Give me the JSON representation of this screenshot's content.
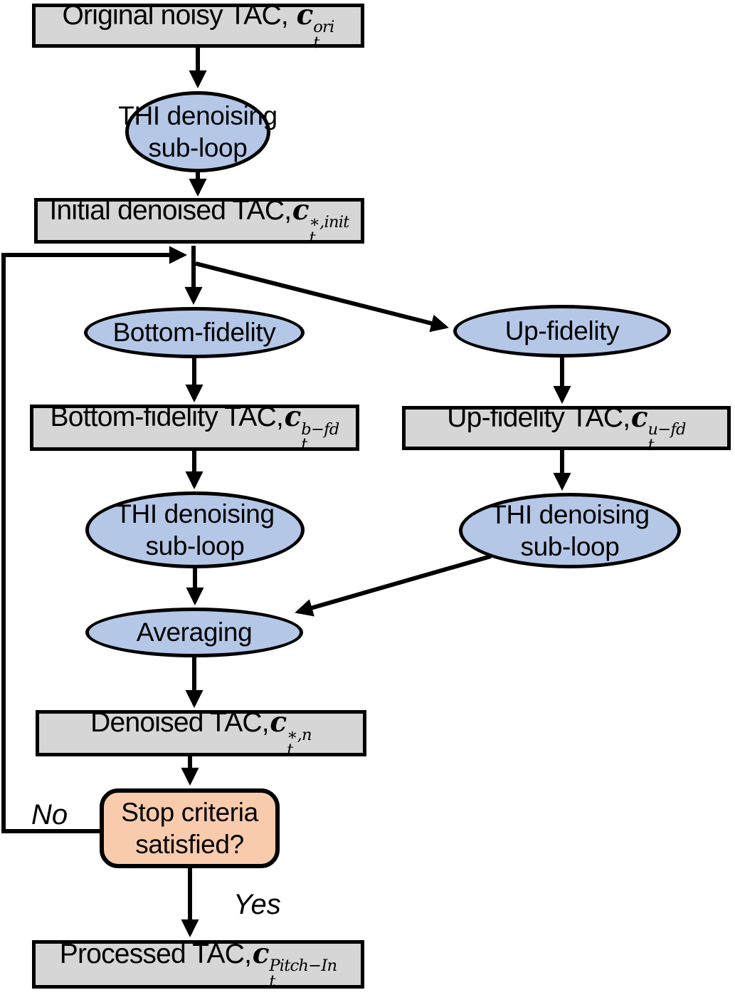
{
  "figure": {
    "title": "TAC denoising flowchart",
    "colors": {
      "box_fill": "#d6d6d6",
      "ellipse_fill": "#b4c7e7",
      "decision_fill": "#f8cbad",
      "stroke": "#000000",
      "bg": "#ffffff"
    }
  },
  "nodes": {
    "original": {
      "text": "Original noisy TAC, ",
      "var": "c",
      "sub": "t",
      "sup": "ori"
    },
    "thi1": {
      "line1": "THI denoising",
      "line2": "sub-loop"
    },
    "initial": {
      "text": "Initial denoised TAC,",
      "var": "c",
      "sub": "t",
      "sup": "∗,init"
    },
    "bottom_fidelity": {
      "text": "Bottom-fidelity"
    },
    "up_fidelity": {
      "text": "Up-fidelity"
    },
    "bottom_tac": {
      "text": "Bottom-fidelity TAC,",
      "var": "c",
      "sub": "t",
      "sup": "b−fd"
    },
    "up_tac": {
      "text": "Up-fidelity TAC,",
      "var": "c",
      "sub": "t",
      "sup": "u−fd"
    },
    "thi2": {
      "line1": "THI denoising",
      "line2": "sub-loop"
    },
    "thi3": {
      "line1": "THI denoising",
      "line2": "sub-loop"
    },
    "averaging": {
      "text": "Averaging"
    },
    "denoised": {
      "text": "Denoised TAC,",
      "var": "c",
      "sub": "t",
      "sup": "∗,n"
    },
    "stop": {
      "line1": "Stop criteria",
      "line2": "satisfied?"
    },
    "processed": {
      "text": "Processed TAC,",
      "var": "c",
      "sub": "t",
      "sup": "Pitch−In"
    }
  },
  "edges": {
    "no_label": "No",
    "yes_label": "Yes"
  }
}
